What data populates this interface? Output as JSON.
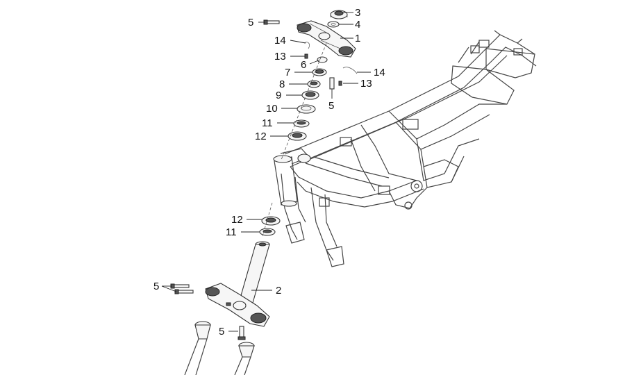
{
  "diagram": {
    "callouts": [
      {
        "id": "c3",
        "text": "3"
      },
      {
        "id": "c5a",
        "text": "5"
      },
      {
        "id": "c4",
        "text": "4"
      },
      {
        "id": "c1",
        "text": "1"
      },
      {
        "id": "c14a",
        "text": "14"
      },
      {
        "id": "c13a",
        "text": "13"
      },
      {
        "id": "c6",
        "text": "6"
      },
      {
        "id": "c7",
        "text": "7"
      },
      {
        "id": "c14b",
        "text": "14"
      },
      {
        "id": "c8",
        "text": "8"
      },
      {
        "id": "c13b",
        "text": "13"
      },
      {
        "id": "c9",
        "text": "9"
      },
      {
        "id": "c5b",
        "text": "5"
      },
      {
        "id": "c10",
        "text": "10"
      },
      {
        "id": "c11a",
        "text": "11"
      },
      {
        "id": "c12a",
        "text": "12"
      },
      {
        "id": "c12b",
        "text": "12"
      },
      {
        "id": "c11b",
        "text": "11"
      },
      {
        "id": "c5c",
        "text": "5"
      },
      {
        "id": "c2",
        "text": "2"
      },
      {
        "id": "c5d",
        "text": "5"
      }
    ]
  }
}
